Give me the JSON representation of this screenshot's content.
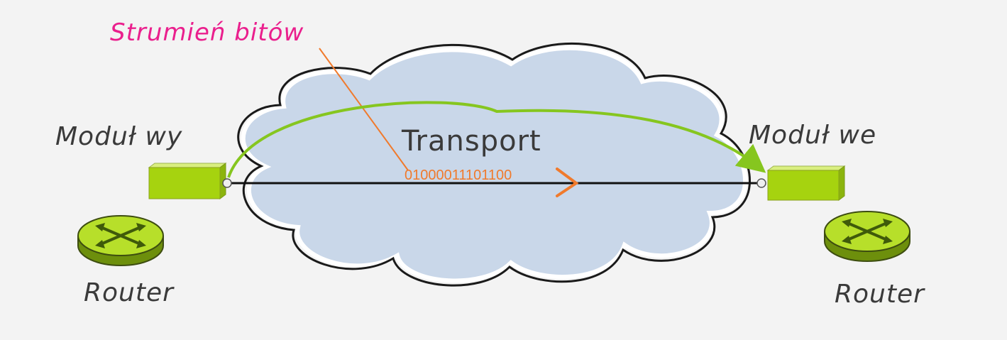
{
  "labels": {
    "stream": "Strumień bitów",
    "output_module": "Moduł wy",
    "input_module": "Moduł we",
    "transport": "Transport",
    "bits": "01000011101100",
    "router_left": "Router",
    "router_right": "Router"
  },
  "colors": {
    "background": "#f3f3f3",
    "cloud_fill": "#c9d7e9",
    "module_fill": "#a6d30f",
    "arrow_green": "#86c61f",
    "stream_orange": "#f07a2c",
    "stream_label": "#ea1f8d",
    "router_fill": "#b7df2a"
  },
  "icons": [
    "cloud-icon",
    "router-icon",
    "module-port-icon",
    "arrow-icon"
  ]
}
